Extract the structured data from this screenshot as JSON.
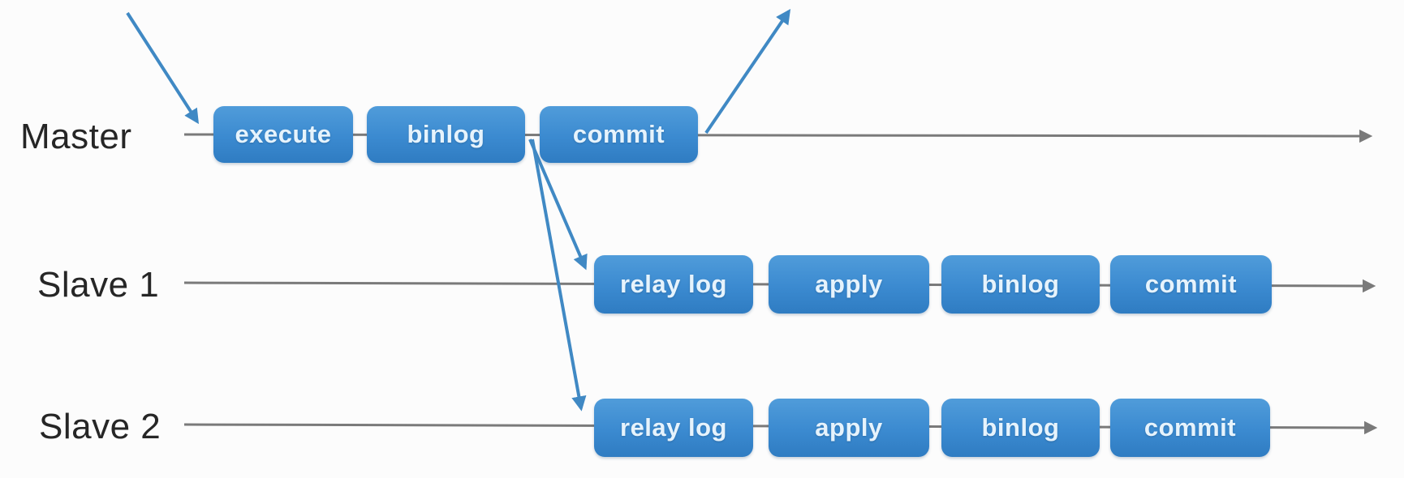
{
  "colors": {
    "background": "#fcfcfc",
    "line_gray": "#7a7a7a",
    "arrow_blue": "#4089c4",
    "box_blue_top": "#509cda",
    "box_blue_bottom": "#2f7cc2",
    "box_text": "#e6f3fc",
    "label_text": "#262626"
  },
  "rows": [
    {
      "label": "Master",
      "boxes": [
        {
          "label": "execute"
        },
        {
          "label": "binlog"
        },
        {
          "label": "commit"
        }
      ]
    },
    {
      "label": "Slave 1",
      "boxes": [
        {
          "label": "relay log"
        },
        {
          "label": "apply"
        },
        {
          "label": "binlog"
        },
        {
          "label": "commit"
        }
      ]
    },
    {
      "label": "Slave 2",
      "boxes": [
        {
          "label": "relay log"
        },
        {
          "label": "apply"
        },
        {
          "label": "binlog"
        },
        {
          "label": "commit"
        }
      ]
    }
  ],
  "arrows": [
    {
      "name": "incoming-request-arrow",
      "from": "top-left",
      "to": "master-timeline-start"
    },
    {
      "name": "commit-return-arrow",
      "from": "master-commit-box",
      "to": "top-right"
    },
    {
      "name": "binlog-to-slave1-arrow",
      "from": "master-binlog-commit-junction",
      "to": "slave1-relay-log-box"
    },
    {
      "name": "binlog-to-slave2-arrow",
      "from": "master-binlog-commit-junction",
      "to": "slave2-relay-log-box"
    }
  ]
}
